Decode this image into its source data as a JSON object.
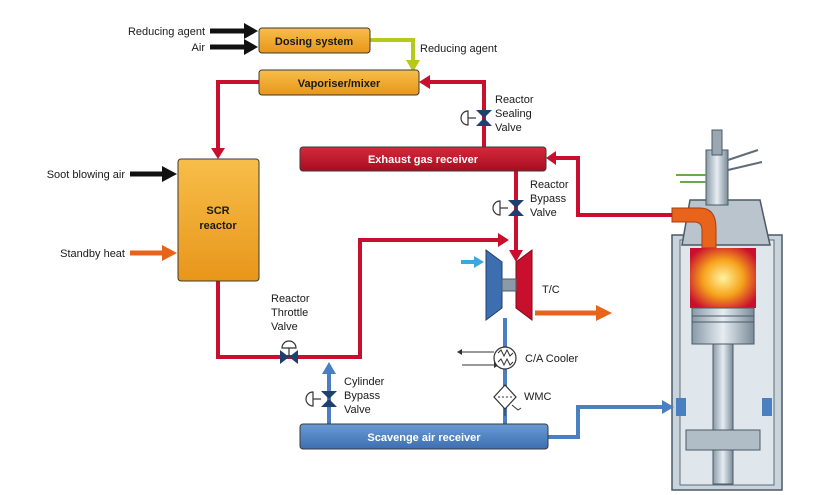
{
  "inputs": {
    "reducing_agent": "Reducing agent",
    "air": "Air",
    "soot_blowing_air": "Soot blowing air",
    "standby_heat": "Standby heat"
  },
  "boxes": {
    "dosing_system": "Dosing system",
    "vaporiser_mixer": "Vaporiser/mixer",
    "exhaust_gas_receiver": "Exhaust gas receiver",
    "scr_reactor_line1": "SCR",
    "scr_reactor_line2": "reactor",
    "scavenge_air_receiver": "Scavenge air receiver"
  },
  "flows": {
    "reducing_agent_out": "Reducing agent"
  },
  "valves": {
    "reactor_sealing": [
      "Reactor",
      "Sealing",
      "Valve"
    ],
    "reactor_bypass": [
      "Reactor",
      "Bypass",
      "Valve"
    ],
    "reactor_throttle": [
      "Reactor",
      "Throttle",
      "Valve"
    ],
    "cylinder_bypass": [
      "Cylinder",
      "Bypass",
      "Valve"
    ]
  },
  "components": {
    "turbocharger": "T/C",
    "ca_cooler": "C/A Cooler",
    "wmc": "WMC"
  },
  "colors": {
    "exhaust_red": "#c8102e",
    "box_orange": "#f2a51c",
    "scavenge_blue": "#4a7fc1",
    "reducing_green": "#b5c918",
    "heat_orange": "#e8641b",
    "arrow_black": "#111111"
  }
}
